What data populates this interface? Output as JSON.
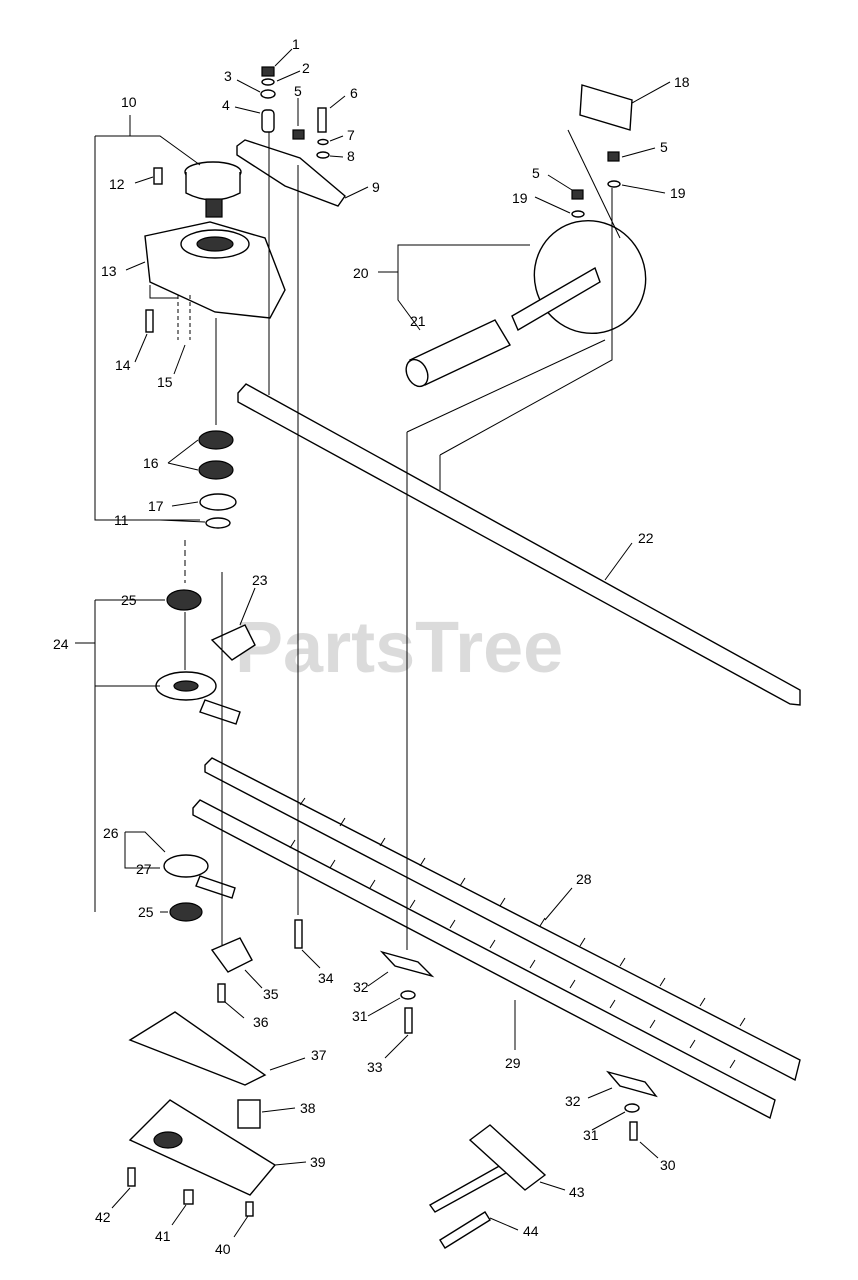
{
  "watermark": "PartsTree",
  "callouts": [
    {
      "id": "1",
      "label": "1"
    },
    {
      "id": "2",
      "label": "2"
    },
    {
      "id": "3",
      "label": "3"
    },
    {
      "id": "4",
      "label": "4"
    },
    {
      "id": "5a",
      "label": "5"
    },
    {
      "id": "6",
      "label": "6"
    },
    {
      "id": "7",
      "label": "7"
    },
    {
      "id": "8",
      "label": "8"
    },
    {
      "id": "9",
      "label": "9"
    },
    {
      "id": "10",
      "label": "10"
    },
    {
      "id": "11",
      "label": "11"
    },
    {
      "id": "12",
      "label": "12"
    },
    {
      "id": "13",
      "label": "13"
    },
    {
      "id": "14",
      "label": "14"
    },
    {
      "id": "15",
      "label": "15"
    },
    {
      "id": "16",
      "label": "16"
    },
    {
      "id": "17",
      "label": "17"
    },
    {
      "id": "18",
      "label": "18"
    },
    {
      "id": "5b",
      "label": "5"
    },
    {
      "id": "5c",
      "label": "5"
    },
    {
      "id": "19a",
      "label": "19"
    },
    {
      "id": "19b",
      "label": "19"
    },
    {
      "id": "20",
      "label": "20"
    },
    {
      "id": "21",
      "label": "21"
    },
    {
      "id": "22",
      "label": "22"
    },
    {
      "id": "23",
      "label": "23"
    },
    {
      "id": "24",
      "label": "24"
    },
    {
      "id": "25a",
      "label": "25"
    },
    {
      "id": "25b",
      "label": "25"
    },
    {
      "id": "26",
      "label": "26"
    },
    {
      "id": "27",
      "label": "27"
    },
    {
      "id": "28",
      "label": "28"
    },
    {
      "id": "29",
      "label": "29"
    },
    {
      "id": "30",
      "label": "30"
    },
    {
      "id": "31a",
      "label": "31"
    },
    {
      "id": "31b",
      "label": "31"
    },
    {
      "id": "32a",
      "label": "32"
    },
    {
      "id": "32b",
      "label": "32"
    },
    {
      "id": "33",
      "label": "33"
    },
    {
      "id": "34",
      "label": "34"
    },
    {
      "id": "35",
      "label": "35"
    },
    {
      "id": "36",
      "label": "36"
    },
    {
      "id": "37",
      "label": "37"
    },
    {
      "id": "38",
      "label": "38"
    },
    {
      "id": "39",
      "label": "39"
    },
    {
      "id": "40",
      "label": "40"
    },
    {
      "id": "41",
      "label": "41"
    },
    {
      "id": "42",
      "label": "42"
    },
    {
      "id": "43",
      "label": "43"
    },
    {
      "id": "44",
      "label": "44"
    }
  ]
}
